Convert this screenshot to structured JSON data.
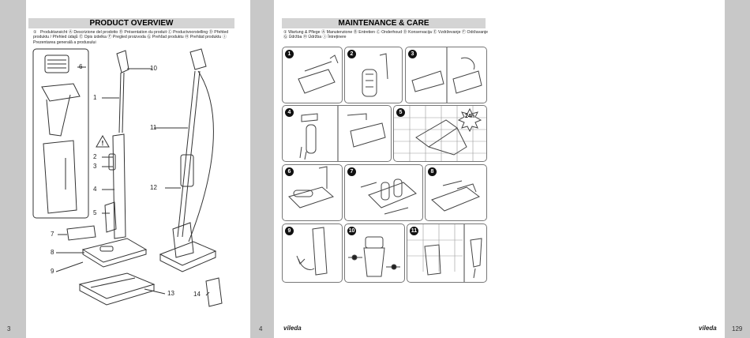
{
  "left_page": {
    "title": "PRODUCT OVERVIEW",
    "languages": "①   Produktansicht Ⓐ Descrizione del prodotto Ⓑ Présentation du produit Ⓒ Productvoorstelling Ⓓ Přehled produktu / Přehled údajů Ⓔ Opis izdelka Ⓕ Pregled proizvoda Ⓖ Prehľad produktu Ⓗ Prehlád produktu Ⓘ Prezentarea generală a produsului",
    "page_number": "3",
    "part_labels": [
      "6",
      "10",
      "1",
      "11",
      "2",
      "3",
      "12",
      "4",
      "5",
      "7",
      "8",
      "9",
      "13",
      "14"
    ]
  },
  "right_page": {
    "title": "MAINTENANCE & CARE",
    "languages": "① Wartung & Pflege Ⓐ Manutenzione Ⓑ Entretien Ⓒ Onderhoud Ⓓ Konservacija Ⓔ Vzdrževanje Ⓕ Održavanje Ⓖ Údržba Ⓗ Údržba Ⓘ Întreținere",
    "page_number_left": "4",
    "page_number_right": "129",
    "logo": "vileda",
    "step_badge": "24h",
    "steps": [
      "1",
      "2",
      "3",
      "4",
      "5",
      "6",
      "7",
      "8",
      "9",
      "10",
      "11"
    ]
  }
}
